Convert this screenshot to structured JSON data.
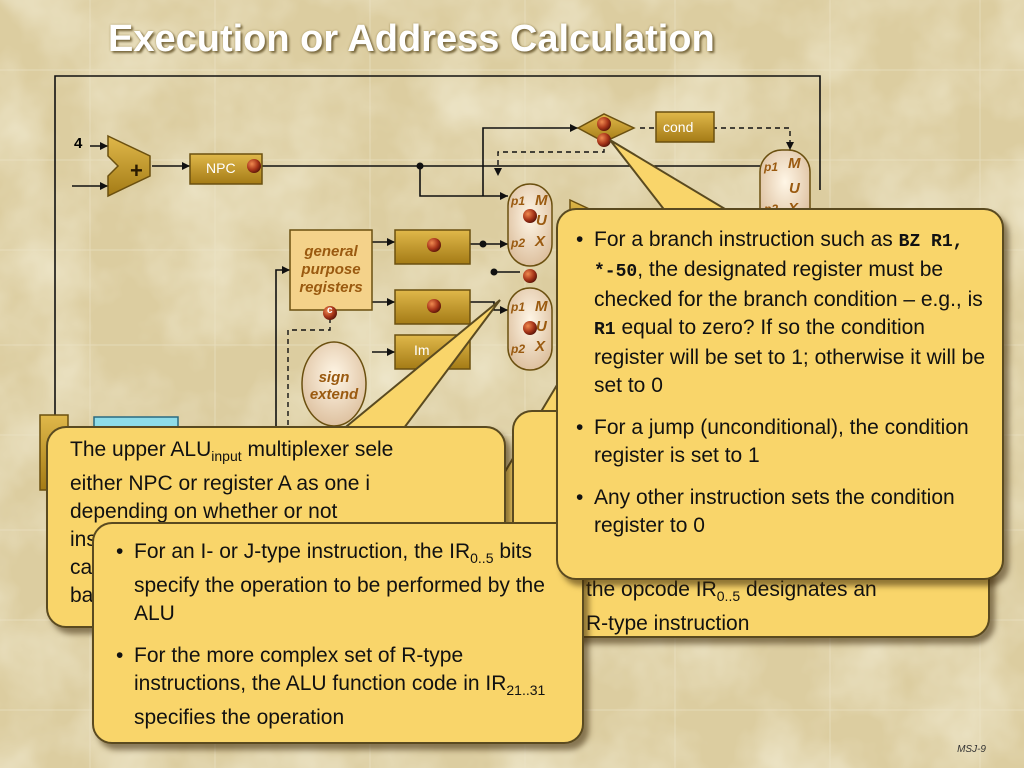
{
  "title": "Execution or Address Calculation",
  "footer": "MSJ-9",
  "diagram": {
    "const_four": "4",
    "adder": "+",
    "npc": "NPC",
    "cond": "cond",
    "gpr": [
      "general",
      "purpose",
      "registers"
    ],
    "sign_extend": [
      "sign",
      "extend"
    ],
    "ir_fragment": "Im",
    "c_marker": "c",
    "mux_top_left": {
      "p1": "p1",
      "p2": "p2",
      "letters": [
        "M",
        "U",
        "X"
      ]
    },
    "mux_mid_left": {
      "p1": "p1",
      "p2": "p2",
      "letters": [
        "M",
        "U",
        "X"
      ]
    },
    "mux_right": {
      "p1": "p1",
      "p2": "p2",
      "letters": [
        "M",
        "U",
        "X"
      ]
    }
  },
  "callout_upper_alu": {
    "line1_prefix": "The upper ALU",
    "line1_sub": "input",
    "line1_suffix": " multiplexer sele",
    "line2": "either NPC or register A as one i",
    "line3": "depending on whether or not",
    "line4": "ins",
    "line5": "ca",
    "line6": "ba"
  },
  "callout_rtype": {
    "line1_prefix": "the opcode IR",
    "line1_sub": "0..5",
    "line1_suffix": " designates an",
    "line2": "R-type instruction"
  },
  "callout_alu_op": {
    "bullets": [
      {
        "pre": "For an I- or J-type instruction, the IR",
        "sub": "0..5",
        "post": " bits specify the operation to be performed by the ALU"
      },
      {
        "pre": "For the more complex set of R-type instructions, the ALU function code in IR",
        "sub": "21..31",
        "post": " specifies the operation"
      }
    ]
  },
  "callout_branch": {
    "bullets": [
      {
        "pre": "For a branch instruction such as ",
        "code": "BZ R1, *-50",
        "mid": ", the designated register must be checked for the branch condition – e.g., is ",
        "code2": "R1",
        "post": " equal to zero?  If so the condition register will be set to 1; otherwise it will be set to 0"
      },
      {
        "text": "For a jump (unconditional), the condition register is set to 1"
      },
      {
        "text": "Any other instruction sets the condition register to 0"
      }
    ]
  }
}
